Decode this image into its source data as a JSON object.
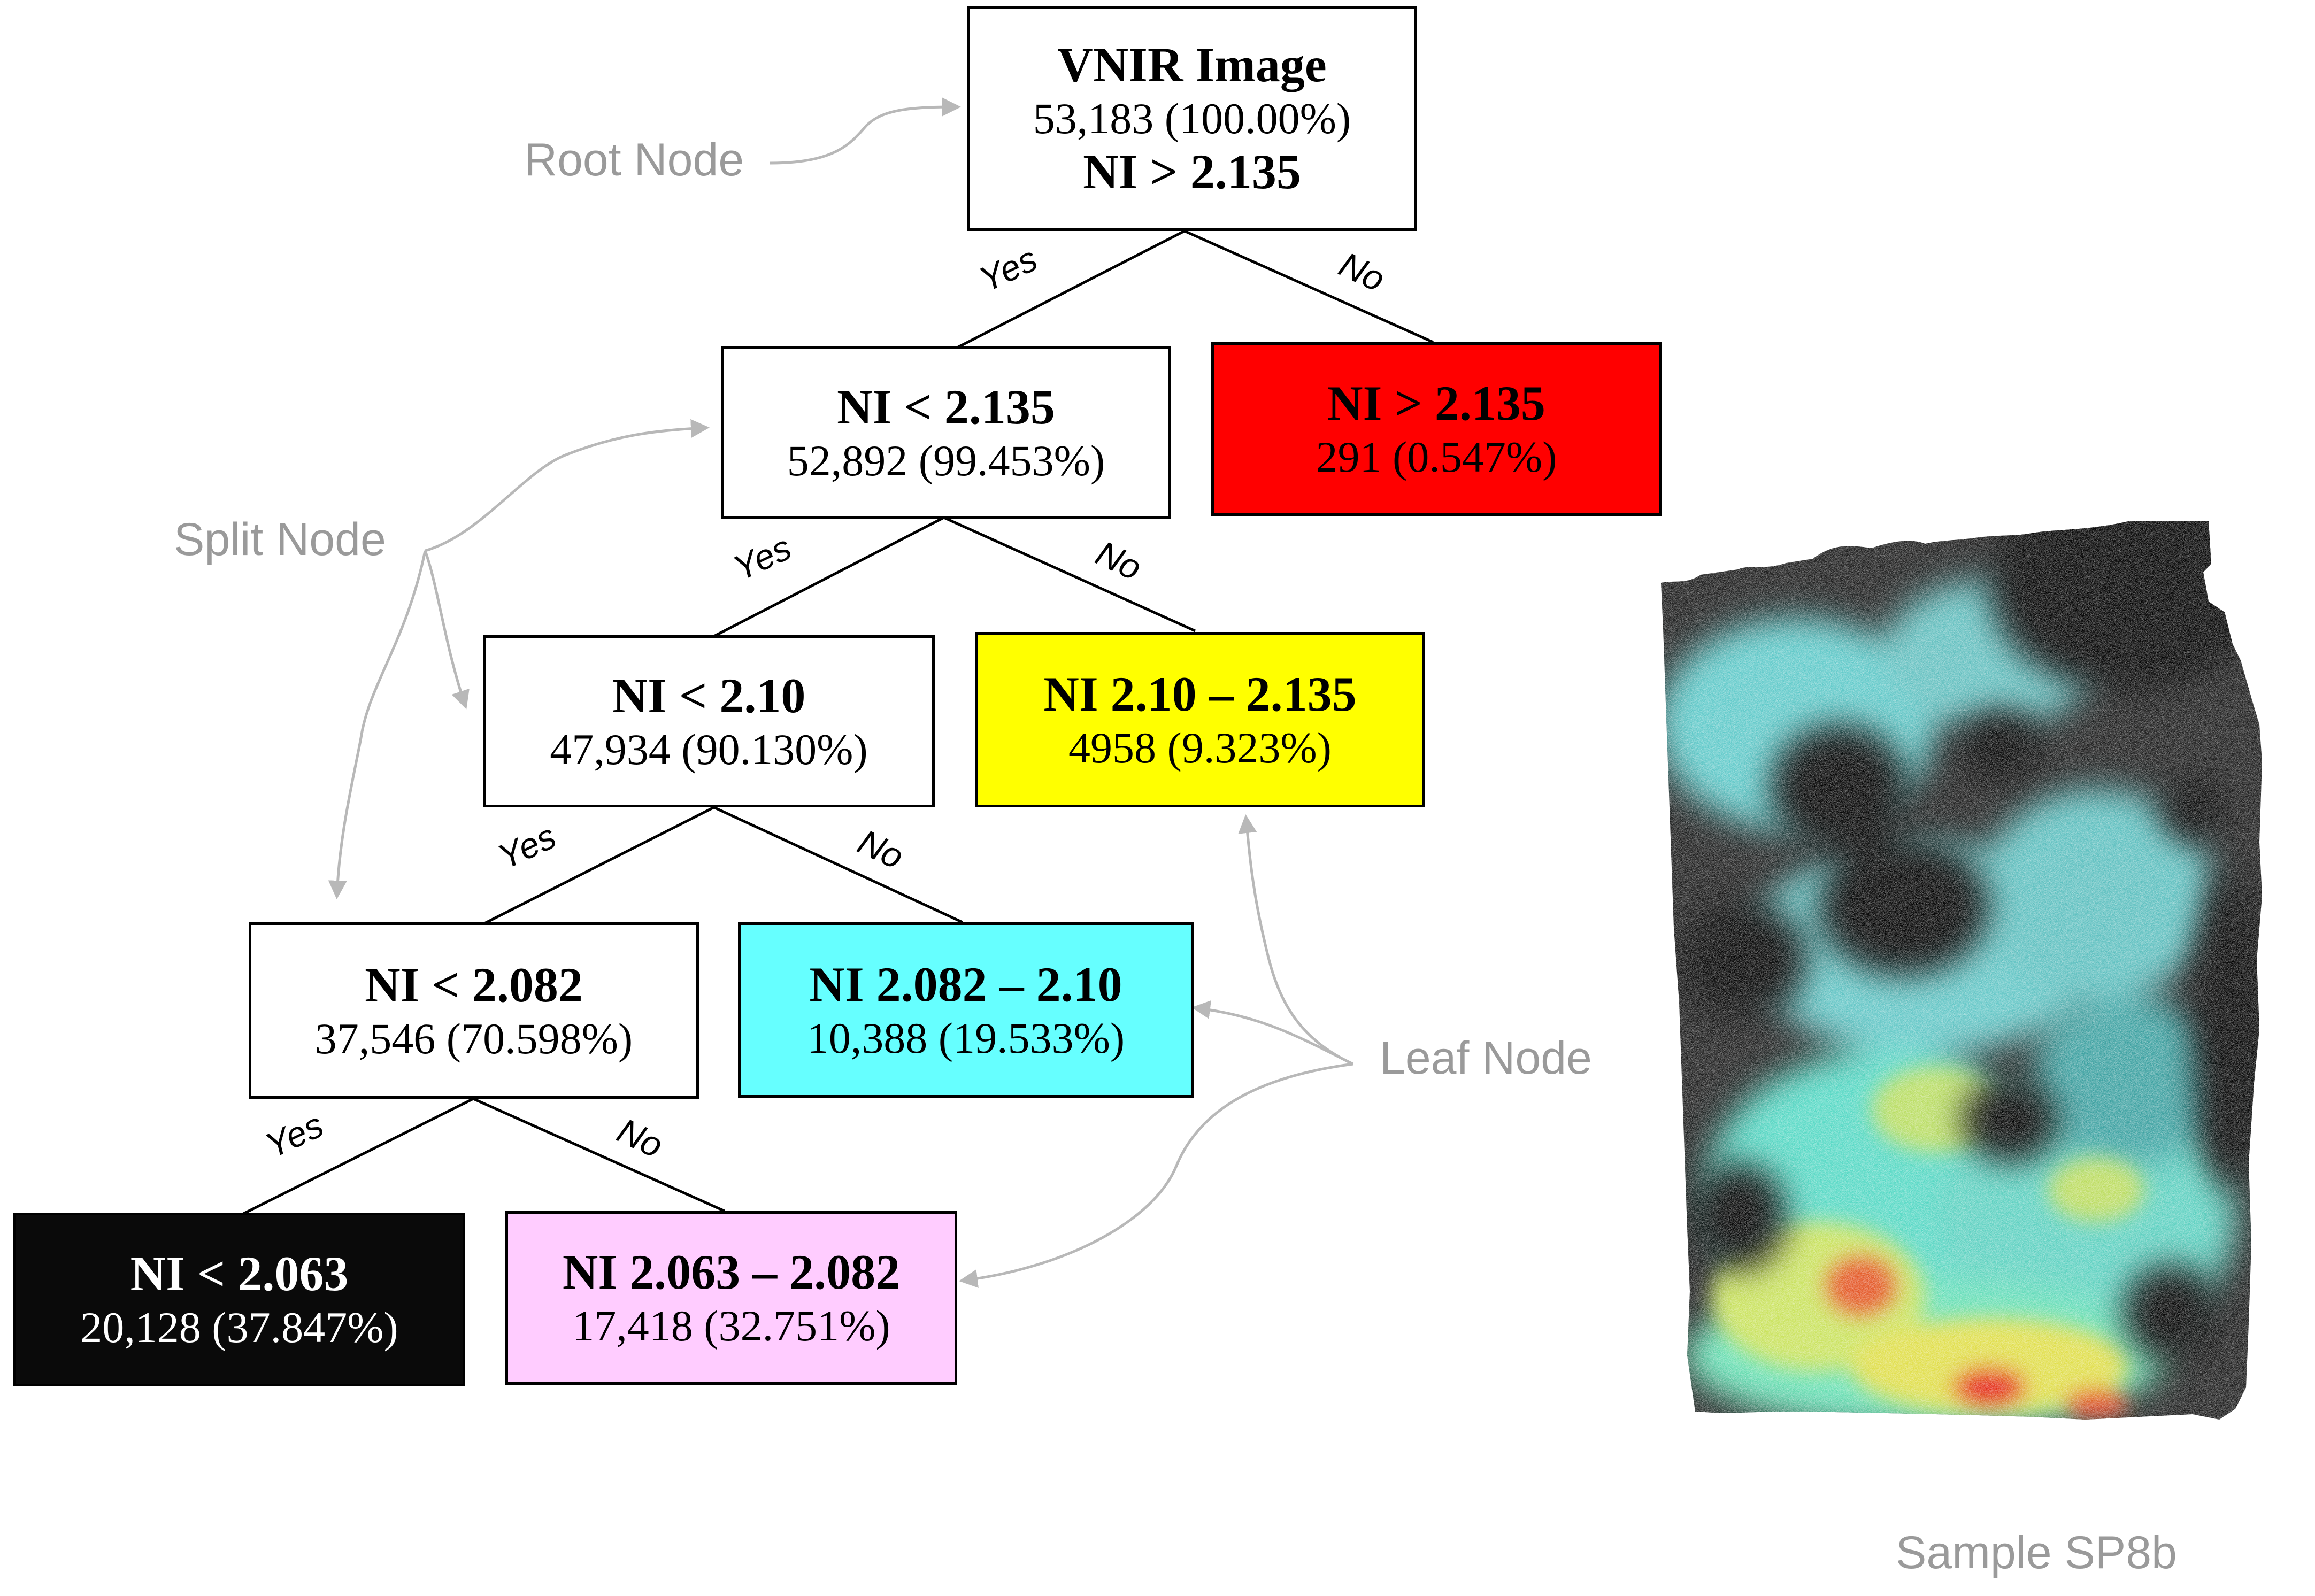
{
  "nodes": {
    "root": {
      "title": "VNIR Image",
      "count": "53,183 (100.00%)",
      "rule": "NI > 2.135"
    },
    "split1": {
      "title": "NI < 2.135",
      "count": "52,892 (99.453%)"
    },
    "leafRed": {
      "title": "NI > 2.135",
      "count": "291 (0.547%)",
      "color": "#ff0000"
    },
    "split2": {
      "title": "NI < 2.10",
      "count": "47,934 (90.130%)"
    },
    "leafYellow": {
      "title": "NI 2.10 – 2.135",
      "count": "4958 (9.323%)",
      "color": "#ffff00"
    },
    "split3": {
      "title": "NI < 2.082",
      "count": "37,546 (70.598%)"
    },
    "leafCyan": {
      "title": "NI 2.082 – 2.10",
      "count": "10,388 (19.533%)",
      "color": "#66ffff"
    },
    "leafBlack": {
      "title": "NI < 2.063",
      "count": "20,128 (37.847%)",
      "color": "#0a0a0a"
    },
    "leafPink": {
      "title": "NI 2.063 – 2.082",
      "count": "17,418 (32.751%)",
      "color": "#ffccff"
    }
  },
  "edge_labels": {
    "yes": "Yes",
    "no": "No"
  },
  "annotations": {
    "root_node": "Root Node",
    "split_node": "Split Node",
    "leaf_node": "Leaf Node",
    "sample": "Sample SP8b"
  },
  "colors": {
    "annotation_gray": "#b0b0b0"
  }
}
